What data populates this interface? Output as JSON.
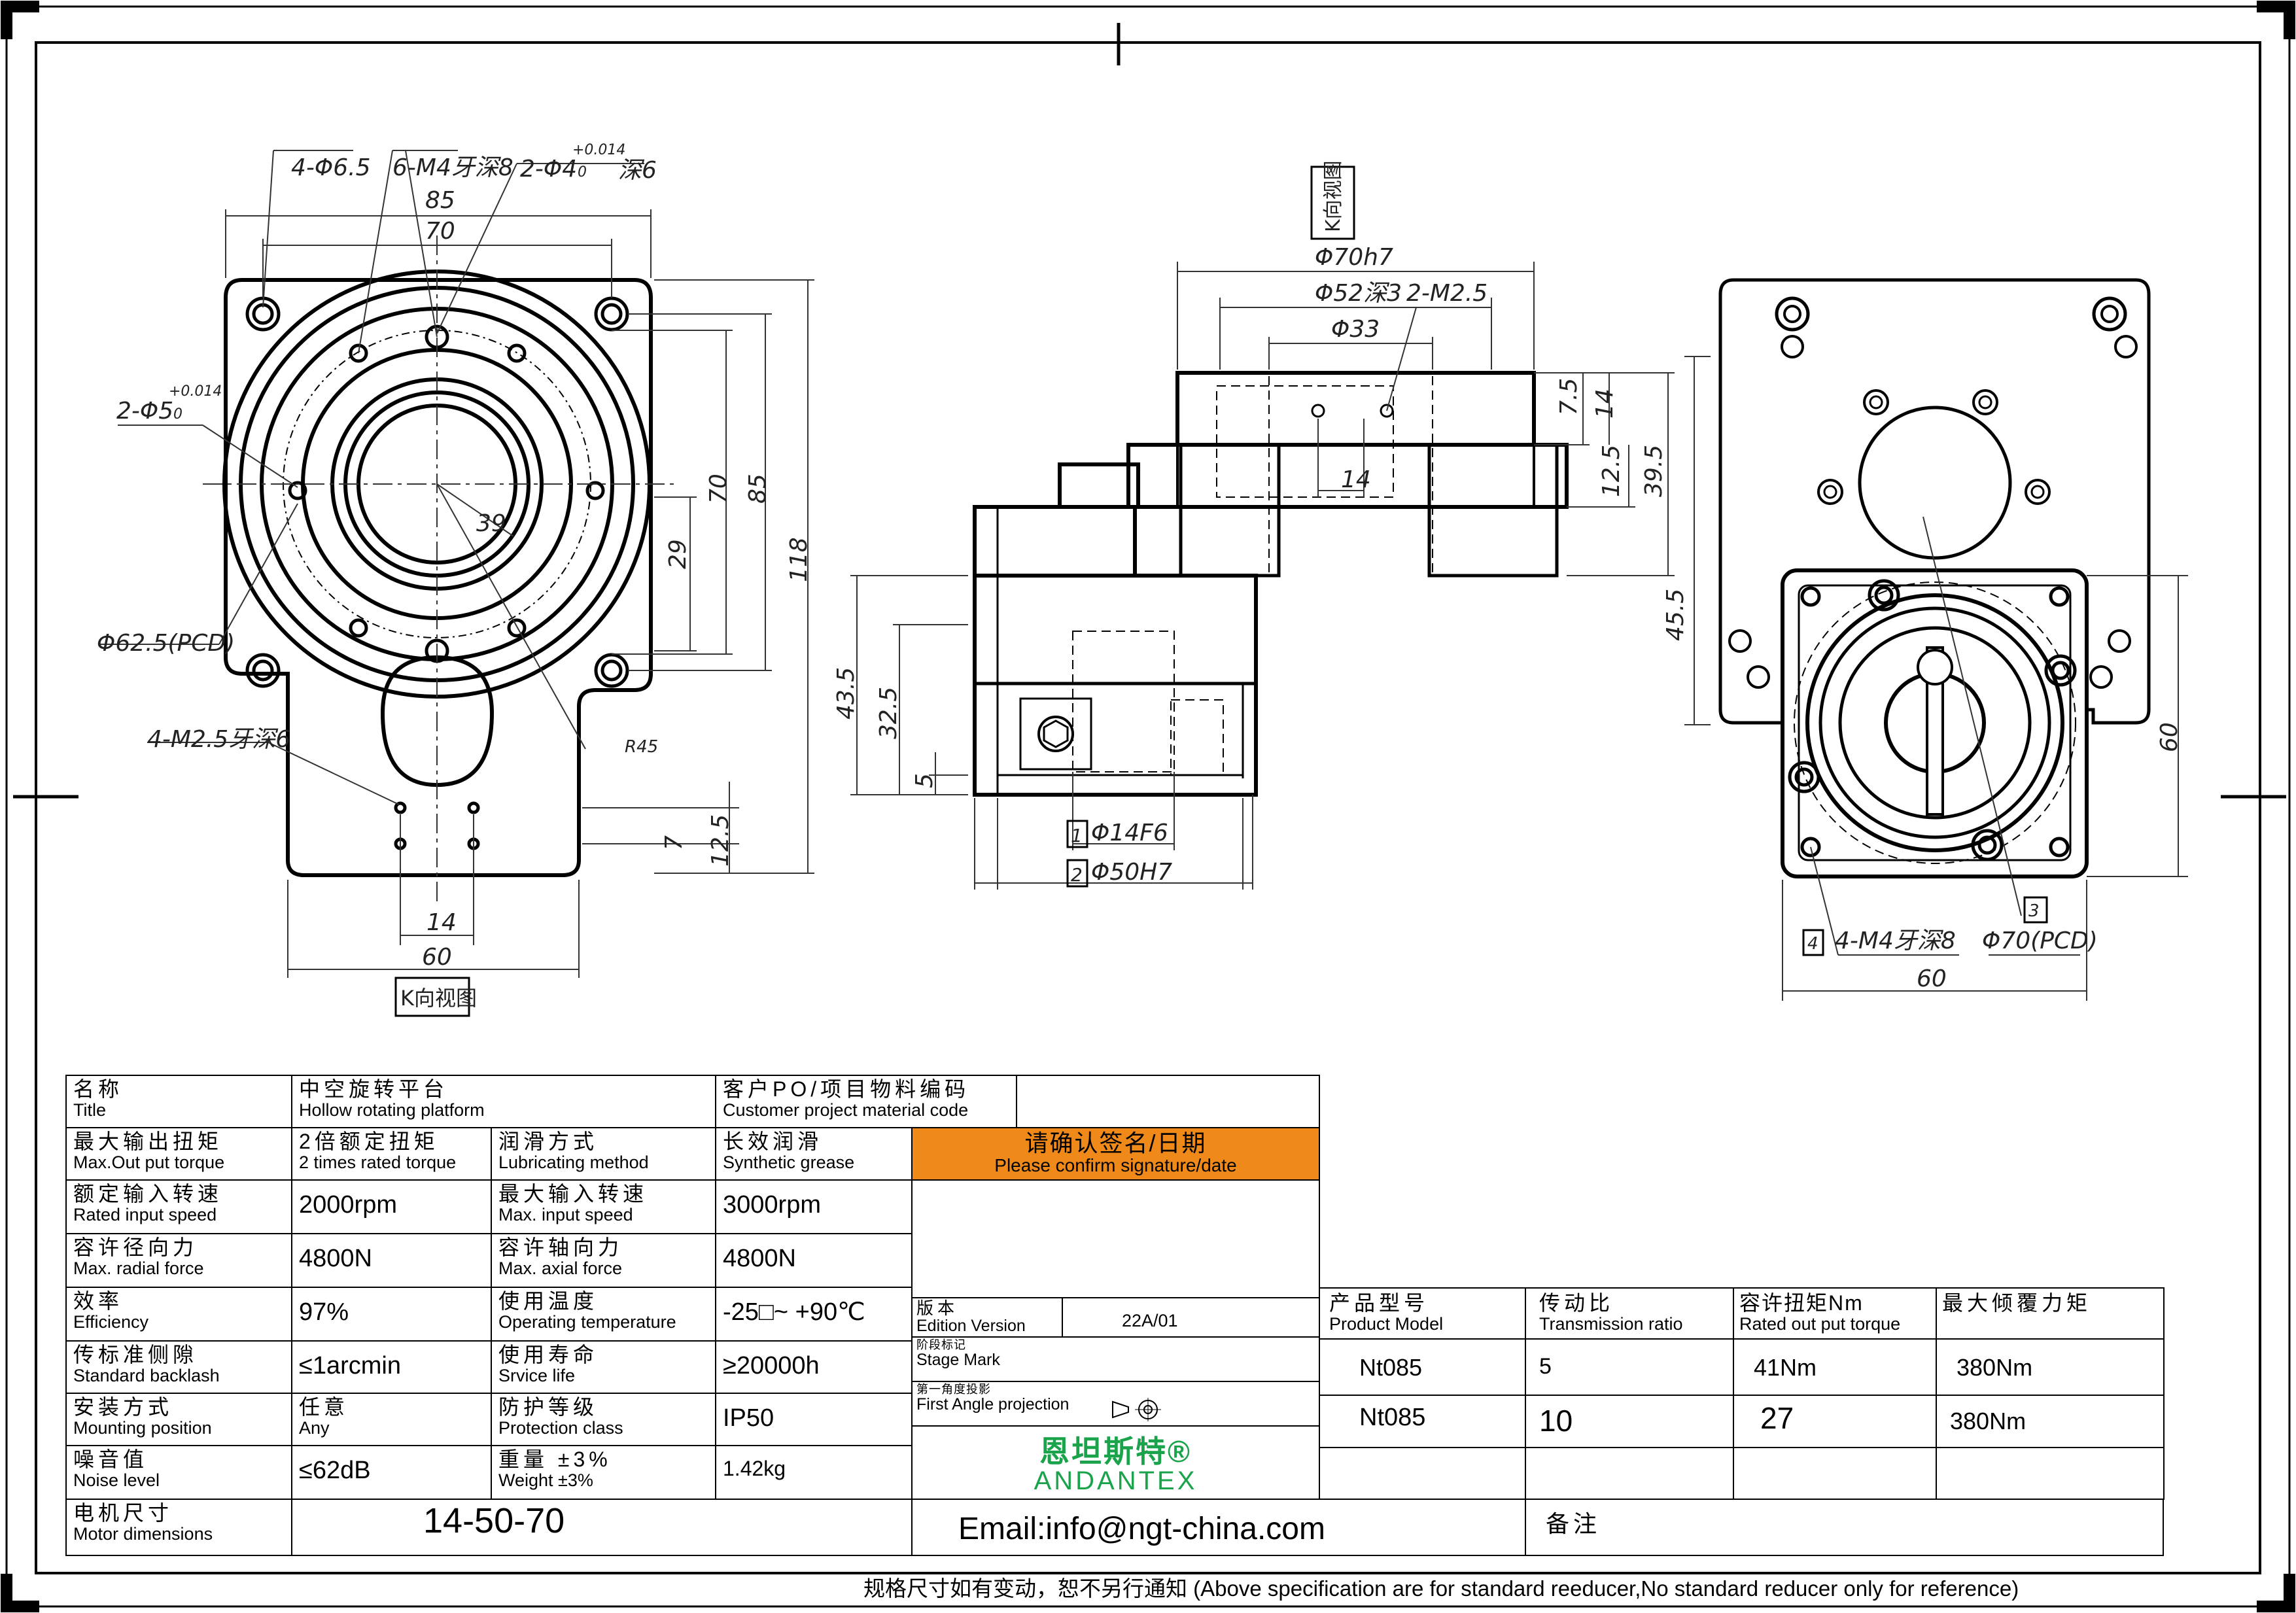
{
  "drawing": {
    "left_view": {
      "callouts": [
        "4-Φ6.5",
        "6-M4牙深8",
        "2-Φ4",
        "深6",
        "2-Φ5",
        "Φ62.5(PCD)",
        "4-M2.5牙深6",
        "R45"
      ],
      "tolerance": "+0.014",
      "tolerance_base": "0",
      "dims": [
        "85",
        "70",
        "39",
        "29",
        "70",
        "85",
        "118",
        "7",
        "12.5",
        "14",
        "60"
      ],
      "view_tag": "K向视图"
    },
    "middle_view": {
      "view_tag": "K向视图",
      "dims": [
        "Φ70h7",
        "Φ52深3",
        "2-M2.5",
        "Φ33",
        "7.5",
        "14",
        "14",
        "12.5",
        "39.5",
        "43.5",
        "32.5",
        "5",
        "Φ14F6",
        "Φ50H7"
      ],
      "markers": [
        "1",
        "2"
      ]
    },
    "right_view": {
      "dims": [
        "45.5",
        "60",
        "60"
      ],
      "callouts": [
        "4-M4牙深8",
        "Φ70(PCD)"
      ],
      "markers": [
        "3",
        "4"
      ]
    }
  },
  "table": {
    "title_zh": "名称",
    "title_en": "Title",
    "title_value_zh": "中空旋转平台",
    "title_value_en": "Hollow rotating platform",
    "customer_zh": "客户PO/项目物料编码",
    "customer_en": "Customer project material code",
    "confirm_zh": "请确认签名/日期",
    "confirm_en": "Please confirm signature/date",
    "rows": [
      {
        "l_zh": "最大输出扭矩",
        "l_en": "Max.Out put torque",
        "v_zh": "2倍额定扭矩",
        "v_en": "2 times rated torque",
        "r_zh": "润滑方式",
        "r_en": "Lubricating method",
        "rv_zh": "长效润滑",
        "rv_en": "Synthetic grease"
      },
      {
        "l_zh": "额定输入转速",
        "l_en": "Rated input speed",
        "v": "2000rpm",
        "r_zh": "最大输入转速",
        "r_en": "Max. input speed",
        "rv": "3000rpm"
      },
      {
        "l_zh": "容许径向力",
        "l_en": "Max. radial force",
        "v": "4800N",
        "r_zh": "容许轴向力",
        "r_en": "Max. axial force",
        "rv": "4800N"
      },
      {
        "l_zh": "效率",
        "l_en": "Efficiency",
        "v": "97%",
        "r_zh": "使用温度",
        "r_en": "Operating temperature",
        "rv": "-25□~ +90℃"
      },
      {
        "l_zh": "传标准侧隙",
        "l_en": "Standard backlash",
        "v": "≤1arcmin",
        "r_zh": "使用寿命",
        "r_en": "Srvice life",
        "rv": "≥20000h"
      },
      {
        "l_zh": "安装方式",
        "l_en": "Mounting position",
        "v_zh": "任意",
        "v_en": "Any",
        "r_zh": "防护等级",
        "r_en": "Protection class",
        "rv": "IP50"
      },
      {
        "l_zh": "噪音值",
        "l_en": "Noise level",
        "v": "≤62dB",
        "r_zh": "重量 ±3%",
        "r_en": "Weight ±3%",
        "rv": "1.42kg"
      }
    ],
    "motor_zh": "电机尺寸",
    "motor_en": "Motor dimensions",
    "motor_value": "14-50-70",
    "edition_zh": "版本",
    "edition_en": "Edition Version",
    "edition_value": "22A/01",
    "stage_zh": "阶段标记",
    "stage_en": "Stage Mark",
    "projection_zh": "第一角度投影",
    "projection_en": "First Angle projection",
    "brand_zh": "恩坦斯特®",
    "brand_en": "ANDANTEX",
    "email": "Email:info@ngt-china.com",
    "remark_zh": "备注",
    "model_headers": [
      {
        "zh": "产品型号",
        "en": "Product Model"
      },
      {
        "zh": "传动比",
        "en": "Transmission ratio"
      },
      {
        "zh": "容许扭矩Nm",
        "en": "Rated out put torque"
      },
      {
        "zh": "最大倾覆力矩",
        "en": ""
      }
    ],
    "model_rows": [
      [
        "Nt085",
        "5",
        "41Nm",
        "380Nm"
      ],
      [
        "Nt085",
        "10",
        "27",
        "380Nm"
      ]
    ]
  },
  "footer_note": "规格尺寸如有变动，恕不另行通知    (Above specification are for standard reeducer,No standard reducer only for reference)"
}
